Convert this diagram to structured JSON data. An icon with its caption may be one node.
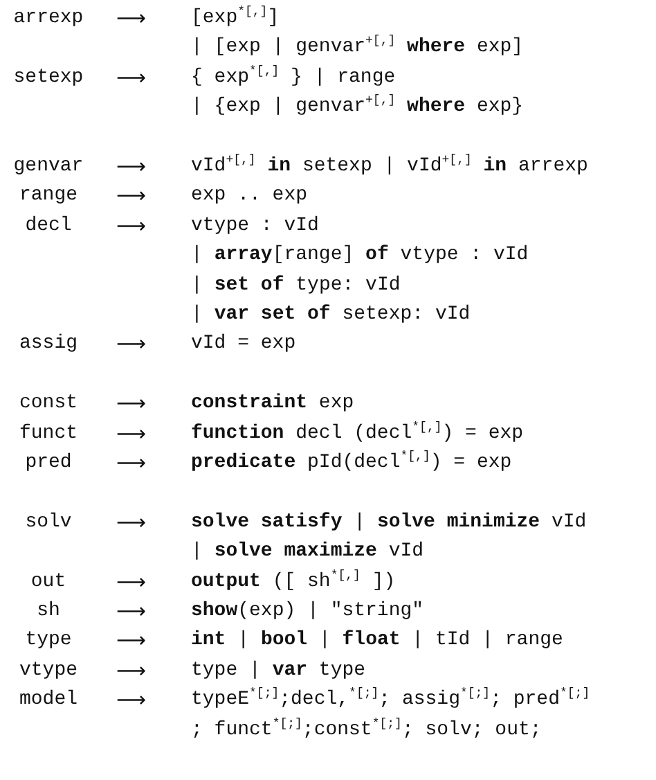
{
  "diagram": {
    "labels": [
      "arrexp",
      "⟶",
      "[exp$^{*[,]}$]",
      "| [exp | genvar$^{+[,]}$ **where** exp]",
      "setexp",
      "⟶",
      "{ exp$^{*[,]}$ } | range",
      "| {exp | genvar$^{+[,]}$ **where** exp}",
      "genvar",
      "⟶",
      "vId$^{+[,]}$ **in** setexp | vId$^{+[,]}$ **in** arrexp",
      "range",
      "⟶",
      "exp .. exp",
      "decl",
      "⟶",
      "vtype : vId",
      "| **array**[range] **of** vtype : vId",
      "| **set of** type: vId",
      "| **var set of** setexp: vId",
      "assig",
      "⟶",
      "vId = exp",
      "const",
      "⟶",
      "**constraint** exp",
      "funct",
      "⟶",
      "**function** decl (decl$^{*[,]}$) = exp",
      "pred",
      "⟶",
      "**predicate** pId(decl$^{*[,]}$) = exp",
      "solv",
      "⟶",
      "**solve satisfy** | **solve minimize** vId",
      "| **solve maximize** vId",
      "out",
      "⟶",
      "**output** ([ sh$^{*[,]}$ ])",
      "sh",
      "⟶",
      "**show**(exp) | \"string\"",
      "type",
      "⟶",
      "**int** | **bool** | **float** | tId | range",
      "vtype",
      "⟶",
      "type | **var** type",
      "model",
      "⟶",
      "typeE$^{*[;]}$;decl,$^{*[;]}$; assig$^{*[;]}$; pred$^{*[;]}$",
      "; funct$^{*[;]}$;const$^{*[;]}$; solv; out;"
    ]
  }
}
